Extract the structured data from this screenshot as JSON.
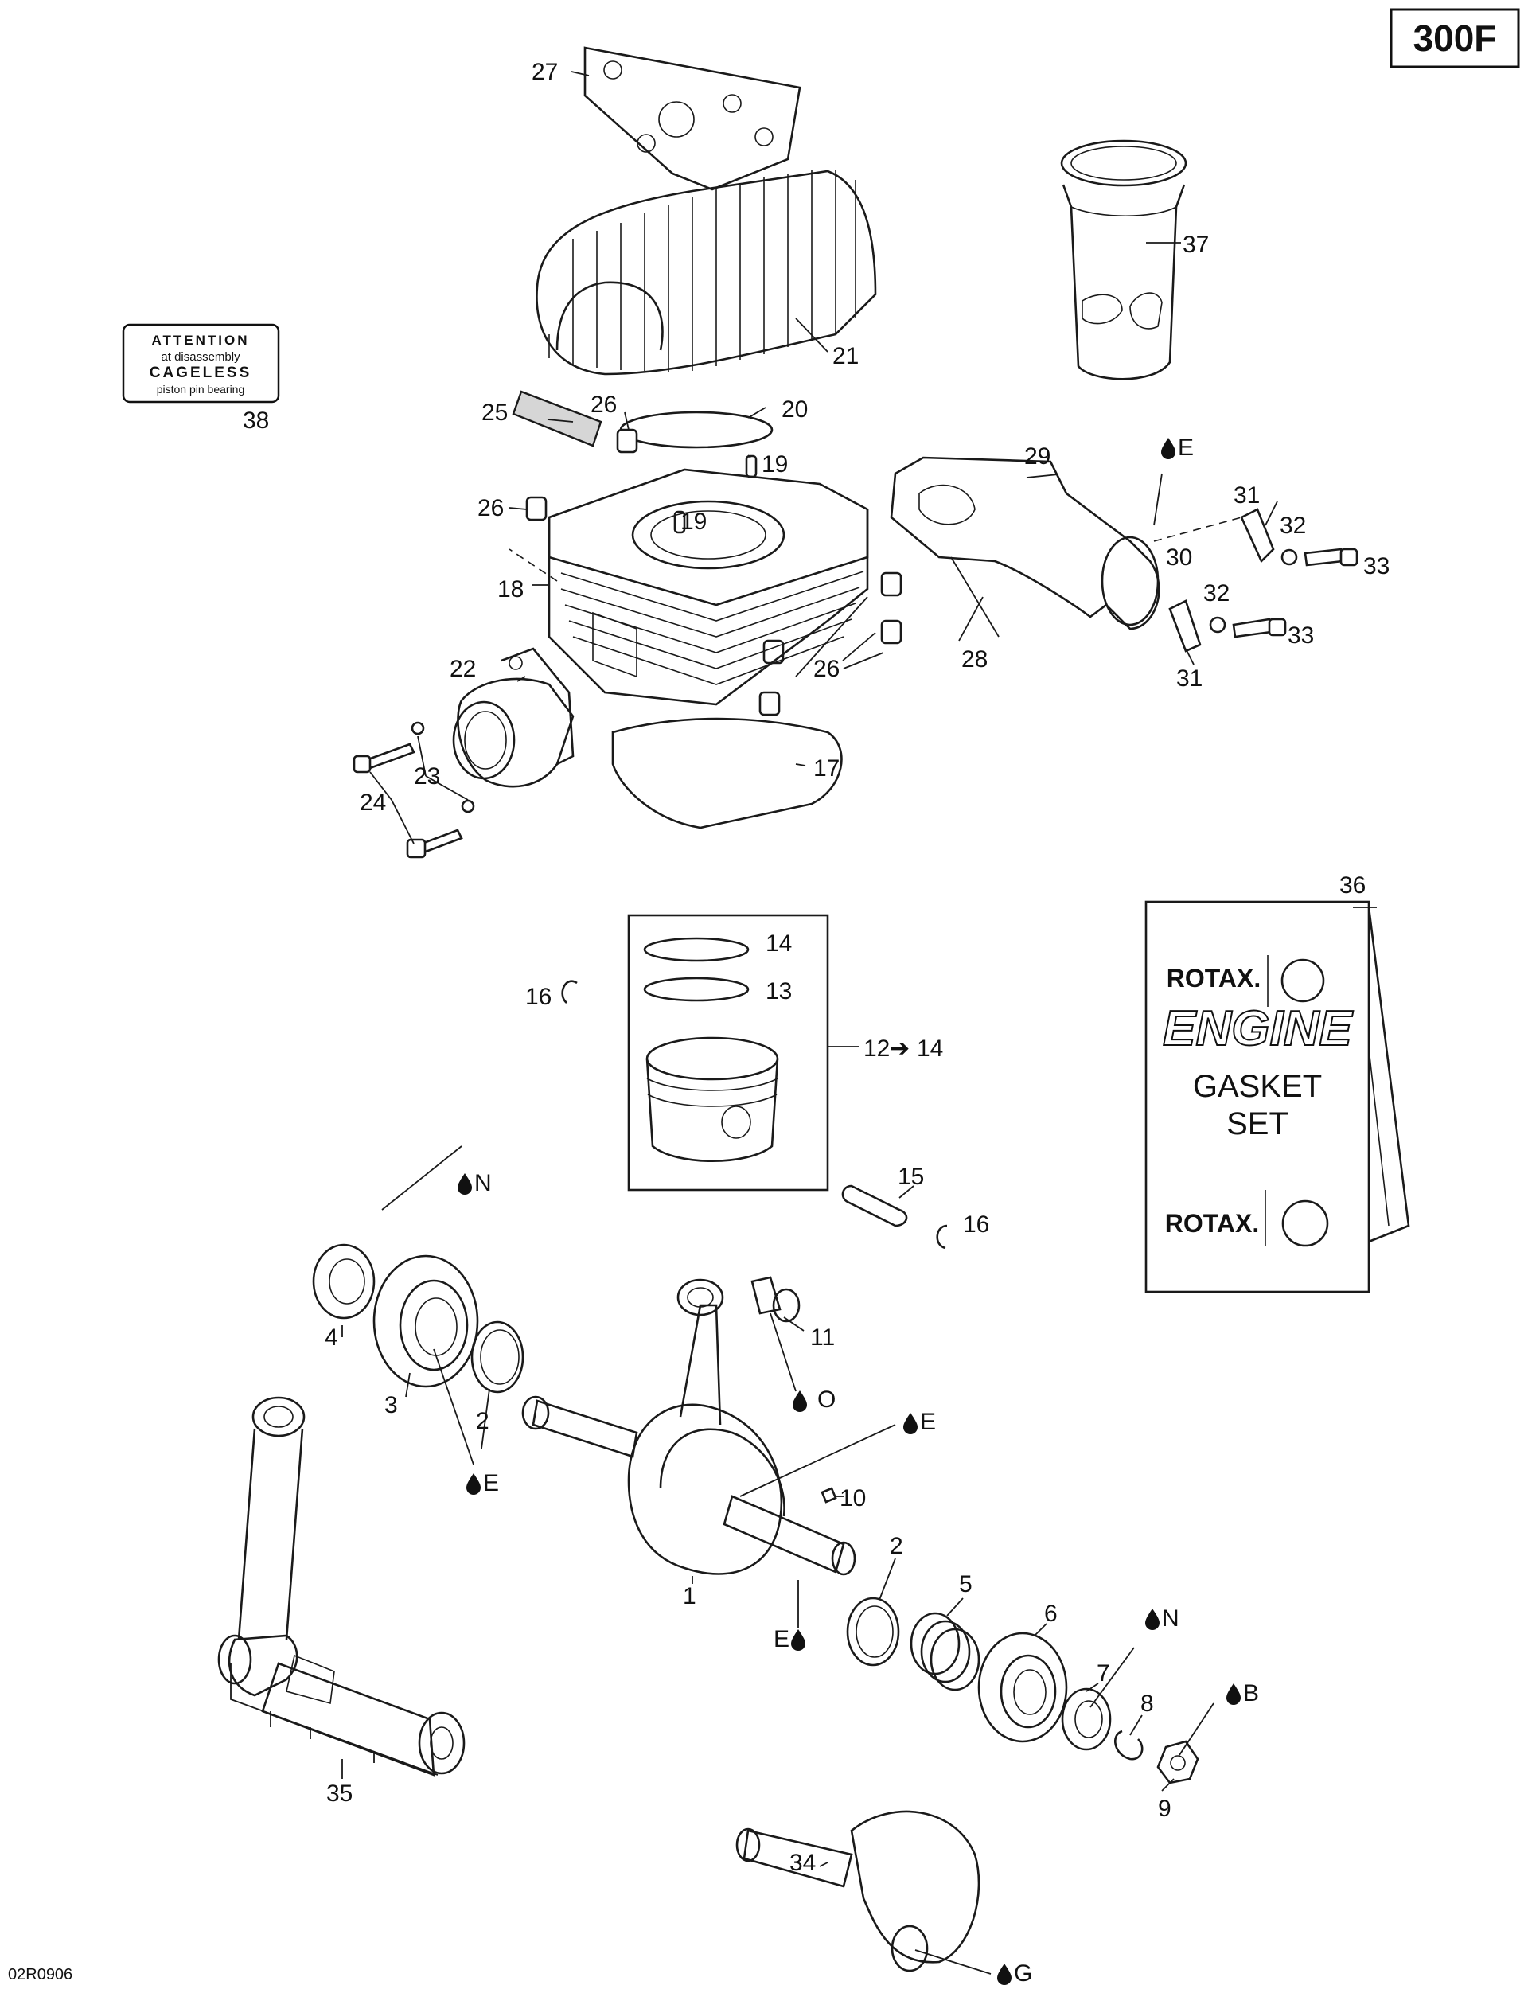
{
  "model_badge": "300F",
  "drawing_code": "02R0906",
  "attention_decal": {
    "line1": "ATTENTION",
    "line2": "at disassembly",
    "line3": "CAGELESS",
    "line4": "piston pin bearing"
  },
  "gasket_set_box": {
    "brand_top": "ROTAX.",
    "line1": "ENGINE",
    "line2": "GASKET",
    "line3": "SET",
    "brand_bottom": "ROTAX."
  },
  "callouts": {
    "c1": "1",
    "c2a": "2",
    "c2b": "2",
    "c3": "3",
    "c4": "4",
    "c5": "5",
    "c6": "6",
    "c7": "7",
    "c8": "8",
    "c9": "9",
    "c10": "10",
    "c11": "11",
    "c12": "12",
    "c13": "13",
    "c14": "14",
    "c14b": "14",
    "c15": "15",
    "c16a": "16",
    "c16b": "16",
    "c17": "17",
    "c18": "18",
    "c19a": "19",
    "c19b": "19",
    "c20": "20",
    "c21": "21",
    "c22": "22",
    "c23": "23",
    "c24": "24",
    "c25": "25",
    "c26a": "26",
    "c26b": "26",
    "c26c": "26",
    "c27": "27",
    "c28": "28",
    "c29": "29",
    "c30": "30",
    "c31a": "31",
    "c31b": "31",
    "c32a": "32",
    "c32b": "32",
    "c33a": "33",
    "c33b": "33",
    "c34": "34",
    "c35": "35",
    "c36": "36",
    "c37": "37",
    "c38": "38"
  },
  "lubricant_codes": {
    "e_top": "E",
    "n_left": "N",
    "o": "O",
    "e_crank": "E",
    "e_left": "E",
    "e_bottom": "E",
    "n_right": "N",
    "b": "B",
    "g": "G"
  },
  "range_arrow": "➔"
}
